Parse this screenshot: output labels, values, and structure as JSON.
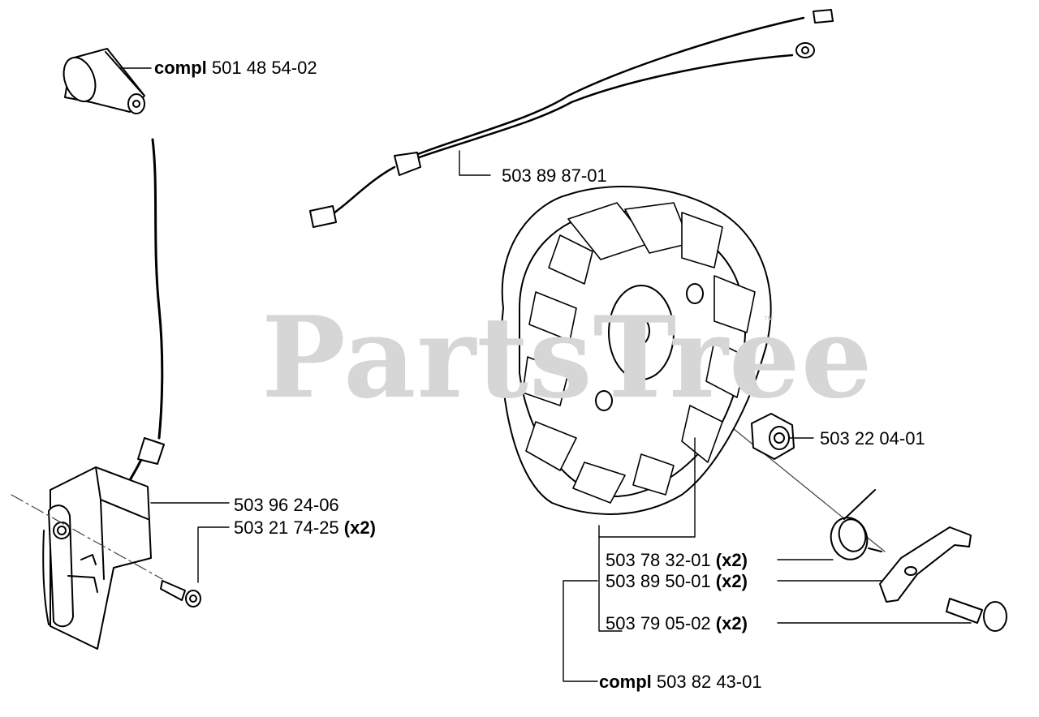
{
  "watermark": {
    "text": "PartsTree",
    "tm": "™"
  },
  "parts": [
    {
      "id": "boot",
      "prefix": "compl",
      "number": "501 48 54-02",
      "qty": ""
    },
    {
      "id": "wire",
      "prefix": "",
      "number": "503 89 87-01",
      "qty": ""
    },
    {
      "id": "nut",
      "prefix": "",
      "number": "503 22 04-01",
      "qty": ""
    },
    {
      "id": "module",
      "prefix": "",
      "number": "503 96 24-06",
      "qty": ""
    },
    {
      "id": "screw",
      "prefix": "",
      "number": "503 21 74-25",
      "qty": "(x2)"
    },
    {
      "id": "spring",
      "prefix": "",
      "number": "503 78 32-01",
      "qty": "(x2)"
    },
    {
      "id": "pawl",
      "prefix": "",
      "number": "503 89 50-01",
      "qty": "(x2)"
    },
    {
      "id": "pin",
      "prefix": "",
      "number": "503 79 05-02",
      "qty": "(x2)"
    },
    {
      "id": "flywheel",
      "prefix": "compl",
      "number": "503 82 43-01",
      "qty": ""
    }
  ]
}
